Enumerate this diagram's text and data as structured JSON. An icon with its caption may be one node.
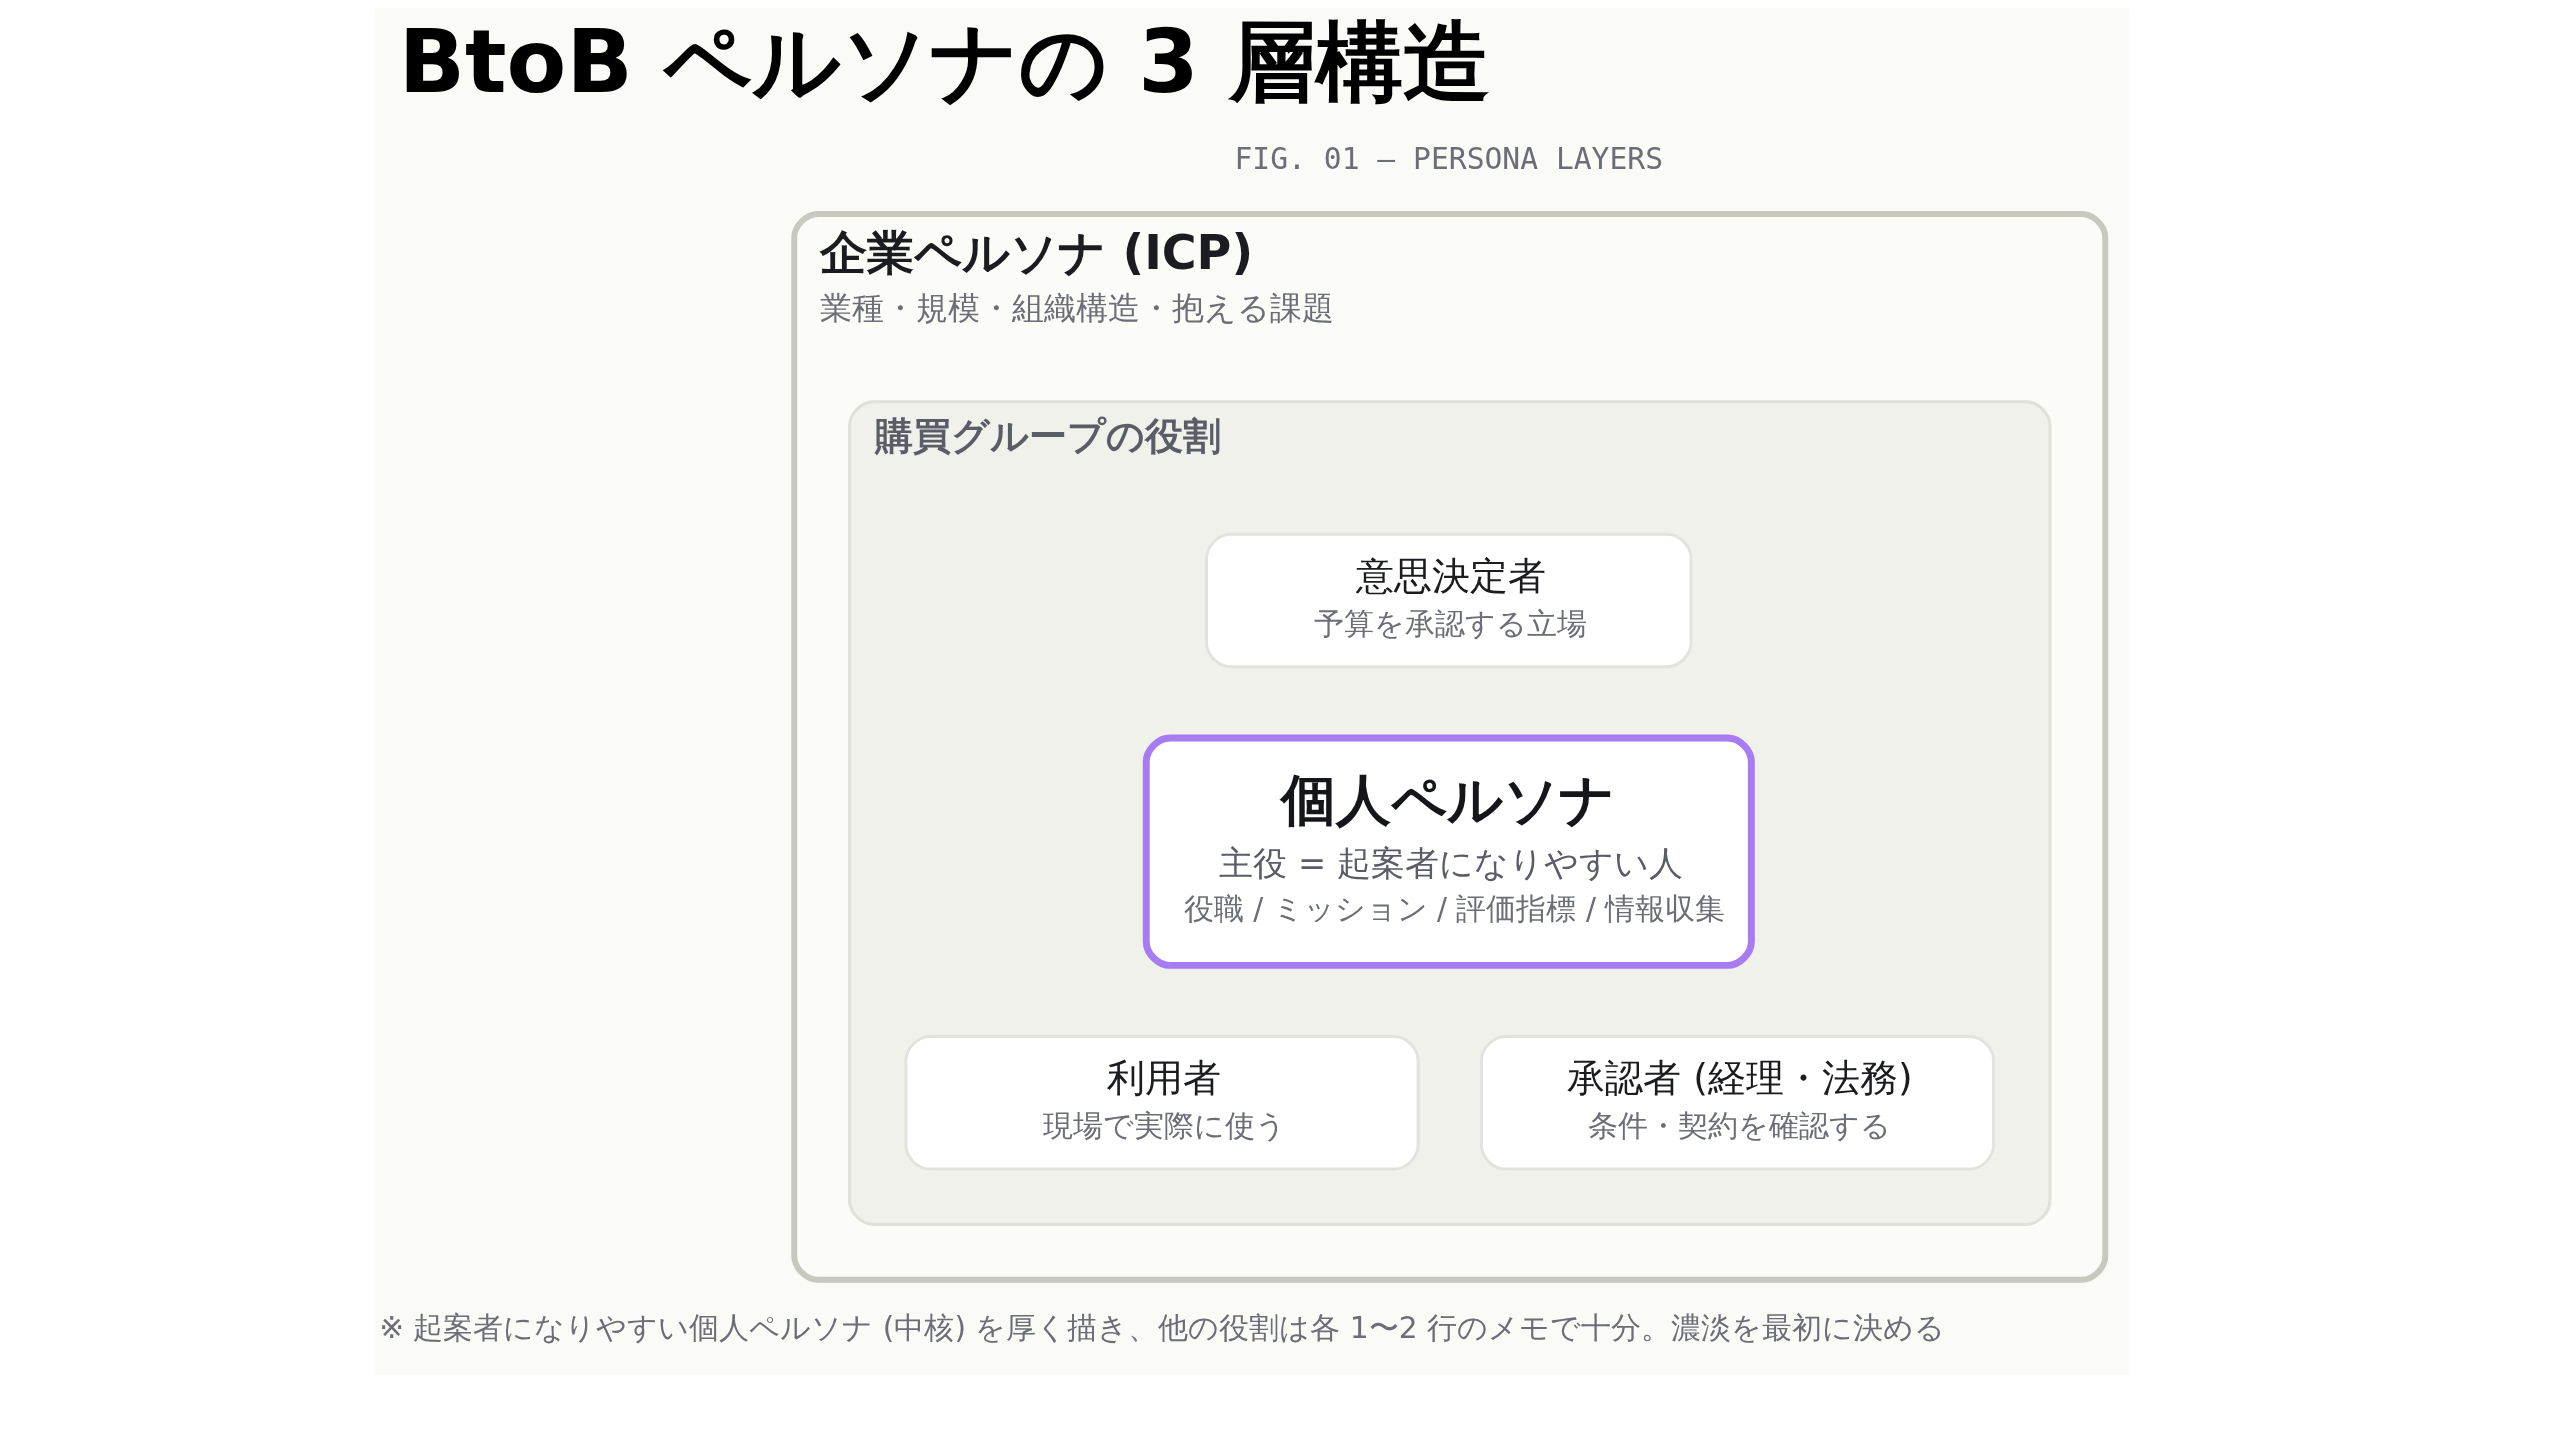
{
  "diagram": {
    "title": "BtoB ペルソナの 3 層構造",
    "nodes": [
      {
        "text": [
          "企業ペルソナ (ICP)",
          "業種・規模・組織構造・抱える課題"
        ]
      },
      {
        "text": [
          "購買グループの役割"
        ],
        "in": 0
      },
      {
        "text": [
          "意思決定者",
          "予算を承認する立場"
        ],
        "in": 1
      },
      {
        "text": [
          "個人ペルソナ",
          "主役 = 起案者になりやすい人",
          "役職 / ミッション / 評価指標 / 情報収集"
        ],
        "in": 1
      },
      {
        "text": [
          "利用者",
          "現場で実際に使う"
        ],
        "in": 1
      },
      {
        "text": [
          "承認者 (経理・法務)",
          "条件・契約を確認する"
        ],
        "in": 1
      }
    ],
    "labels": [
      "FIG. 01 — PERSONA LAYERS",
      "※ 起案者になりやすい個人ペルソナ (中核) を厚く描き、他の役割は各 1〜2 行のメモで十分。濃淡を最初に決める"
    ]
  }
}
